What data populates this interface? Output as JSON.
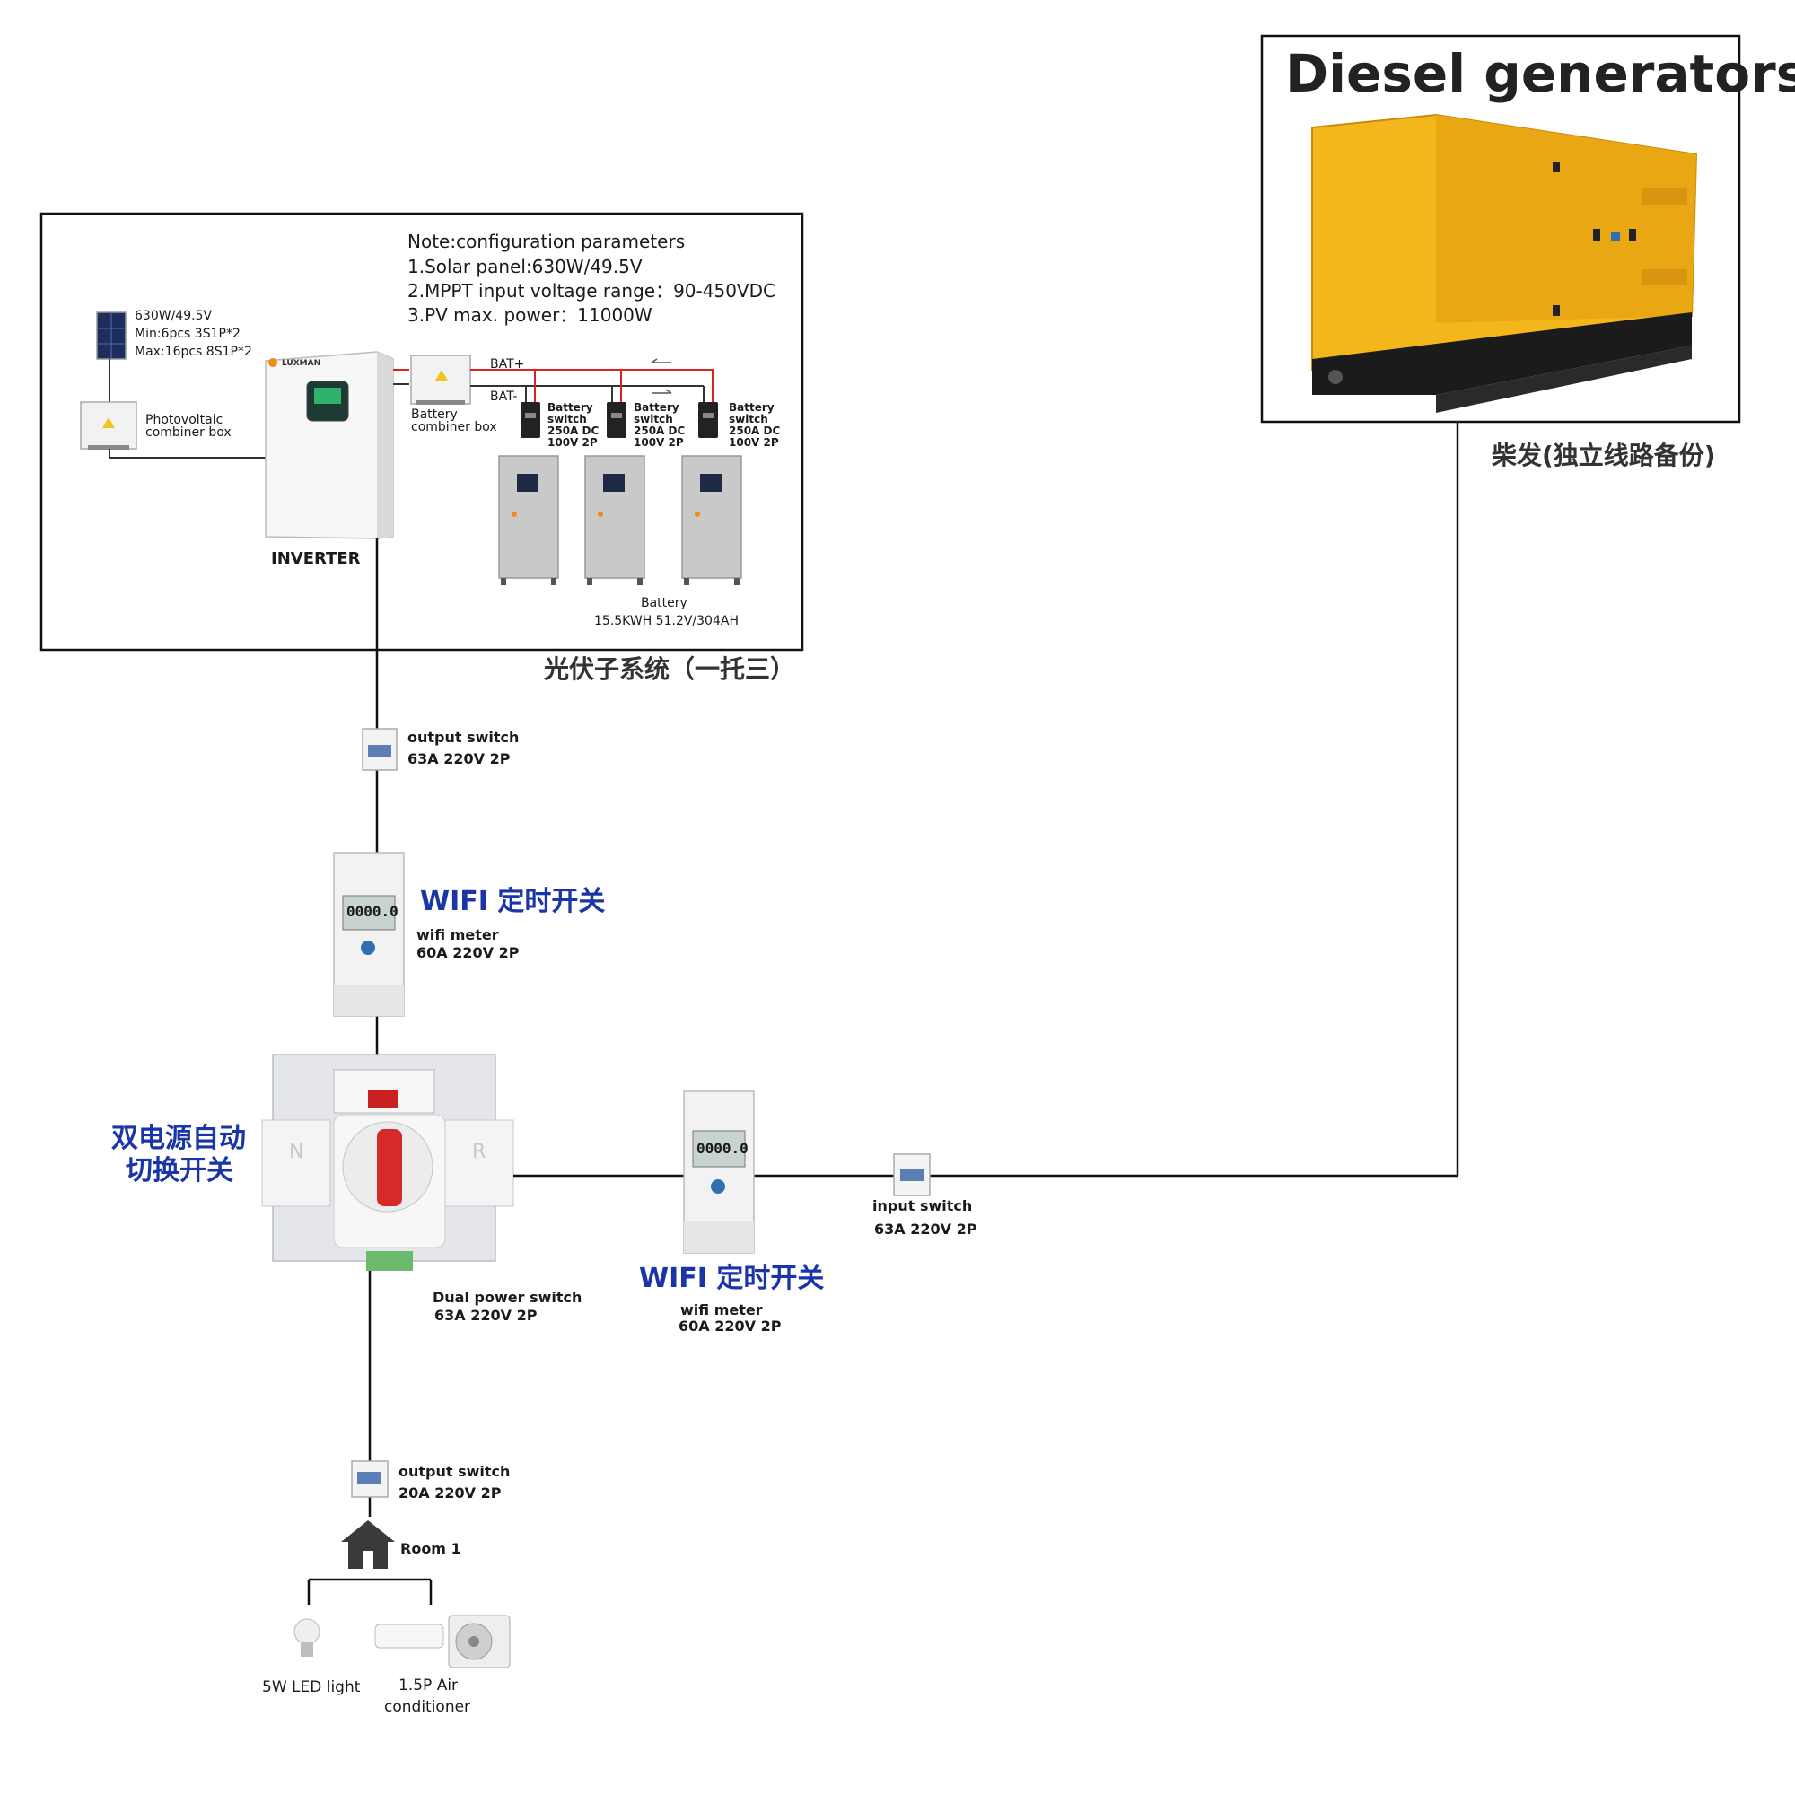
{
  "diesel": {
    "title": "Diesel generators",
    "caption": "柴发(独立线路备份)",
    "color": "#f4b71b"
  },
  "pv_subsystem": {
    "caption": "光伏子系统（一托三）",
    "note_title": "Note:configuration parameters",
    "note_lines": [
      "1.Solar  panel:630W/49.5V",
      "2.MPPT input voltage range：90-450VDC",
      "3.PV max. power：11000W"
    ],
    "panel_spec": [
      "630W/49.5V",
      "Min:6pcs 3S1P*2",
      "Max:16pcs 8S1P*2"
    ],
    "pv_combiner": [
      "Photovoltaic",
      "combiner box"
    ],
    "inverter_label": "INVERTER",
    "inverter_brand": "LUXMAN",
    "battery_combiner": [
      "Battery",
      "combiner box"
    ],
    "bat_plus": "BAT+",
    "bat_minus": "BAT-",
    "battery_switches": [
      {
        "l1": "Battery",
        "l2": "switch",
        "l3": "250A DC",
        "l4": "100V 2P"
      },
      {
        "l1": "Battery",
        "l2": "switch",
        "l3": "250A DC",
        "l4": "100V 2P"
      },
      {
        "l1": "Battery",
        "l2": "switch",
        "l3": "250A DC",
        "l4": "100V 2P"
      }
    ],
    "battery_label": "Battery",
    "battery_spec": "15.5KWH 51.2V/304AH"
  },
  "output_switch_1": {
    "l1": "output switch",
    "l2": "63A 220V 2P"
  },
  "wifi_meter_1": {
    "title": "WIFI 定时开关",
    "l1": "wifi meter",
    "l2": "60A 220V 2P",
    "display": "0000.0"
  },
  "dual_switch": {
    "title_l1": "双电源自动",
    "title_l2": "切换开关",
    "l1": "Dual power switch",
    "l2": "63A 220V 2P",
    "left_mark": "N",
    "right_mark": "R"
  },
  "wifi_meter_2": {
    "title": "WIFI 定时开关",
    "l1": "wifi meter",
    "l2": "60A 220V 2P",
    "display": "0000.0"
  },
  "input_switch": {
    "l1": "input switch",
    "l2": "63A 220V 2P"
  },
  "output_switch_2": {
    "l1": "output switch",
    "l2": "20A 220V 2P"
  },
  "room": {
    "label": "Room 1"
  },
  "loads": {
    "light": "5W LED light",
    "ac_l1": "1.5P Air",
    "ac_l2": "conditioner"
  }
}
